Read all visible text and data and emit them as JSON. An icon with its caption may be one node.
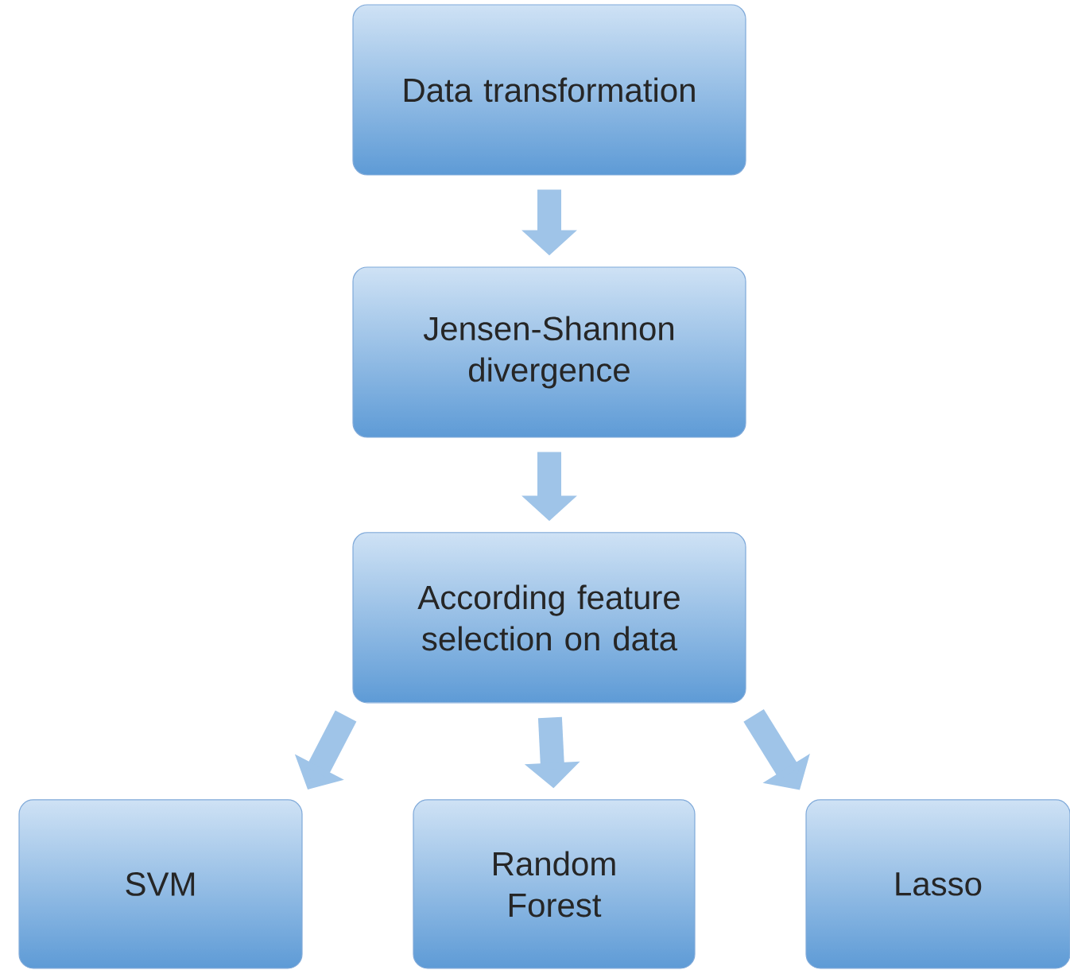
{
  "diagram": {
    "nodes": [
      {
        "text": [
          "Data transformation"
        ]
      },
      {
        "text": [
          "Jensen-Shannon divergence"
        ]
      },
      {
        "text": [
          "According feature selection on data"
        ]
      },
      {
        "text": [
          "SVM"
        ]
      },
      {
        "text": [
          "Random Forest"
        ]
      },
      {
        "text": [
          "Lasso"
        ]
      }
    ],
    "edges": [
      {
        "from": 0,
        "to": 1,
        "arrow": "to"
      },
      {
        "from": 1,
        "to": 2,
        "arrow": "to"
      },
      {
        "from": 2,
        "to": 3,
        "arrow": "to"
      },
      {
        "from": 2,
        "to": 4,
        "arrow": "to"
      },
      {
        "from": 2,
        "to": 5,
        "arrow": "to"
      }
    ]
  }
}
